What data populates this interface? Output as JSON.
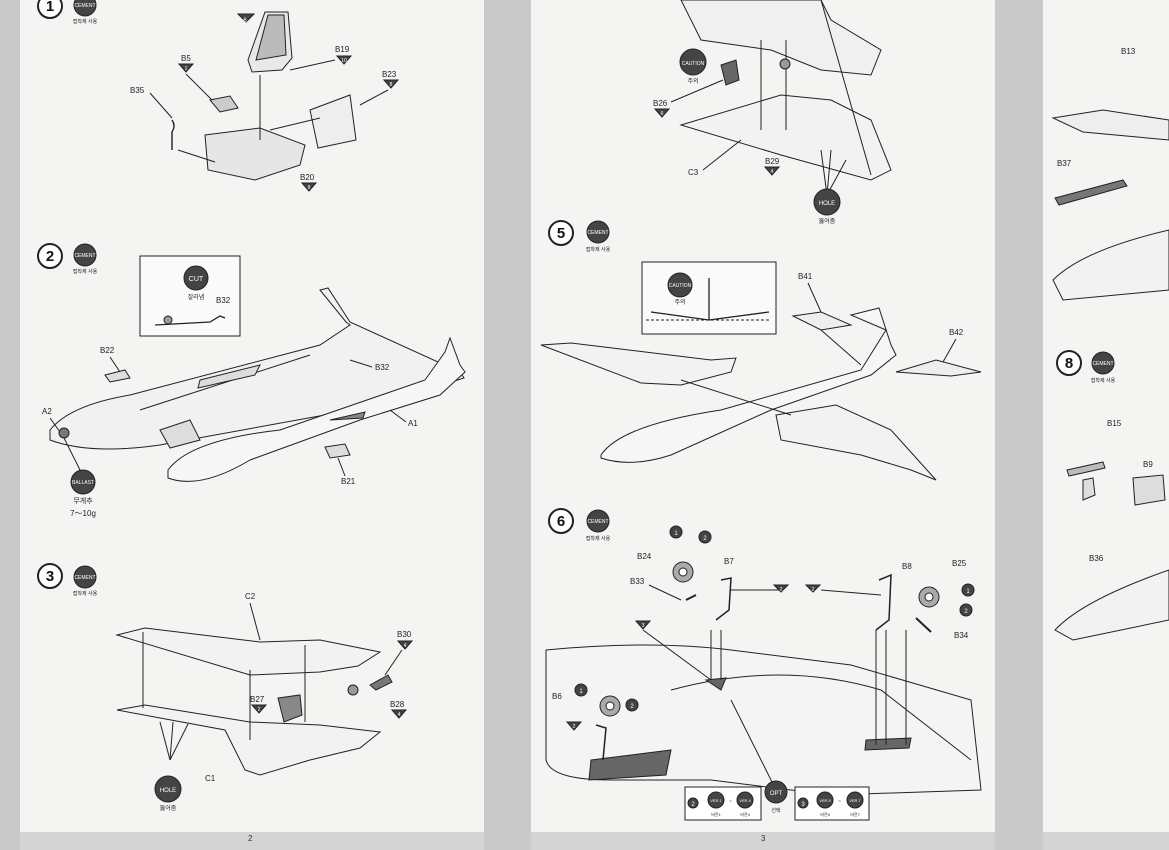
{
  "pages": {
    "left_number": "2",
    "right_number": "3"
  },
  "badges": {
    "cement": "CEMENT",
    "cement_sub": "접착제 사용",
    "cut": "CUT",
    "cut_sub": "잘라냄",
    "ballast": "BALLAST",
    "ballast_sub": "무게추",
    "ballast_weight": "7～10g",
    "hole": "HOLE",
    "hole_sub": "뚫어줌",
    "caution": "CAUTION",
    "caution_sub": "주의",
    "opt": "OPT",
    "opt_sub": "선택"
  },
  "steps": {
    "s1": "1",
    "s2": "2",
    "s3": "3",
    "s5": "5",
    "s6": "6",
    "s8": "8"
  },
  "parts": {
    "B5": "B5",
    "B19": "B19",
    "B23": "B23",
    "B35": "B35",
    "B20": "B20",
    "B22": "B22",
    "B32": "B32",
    "A2": "A2",
    "A1": "A1",
    "B21": "B21",
    "C2": "C2",
    "C1": "C1",
    "B30": "B30",
    "B27": "B27",
    "B28": "B28",
    "B26": "B26",
    "C3": "C3",
    "B29": "B29",
    "B41": "B41",
    "B42": "B42",
    "B24": "B24",
    "B7": "B7",
    "B33": "B33",
    "B8": "B8",
    "B25": "B25",
    "B34": "B34",
    "B6": "B6",
    "B13": "B13",
    "B37": "B37",
    "B15": "B15",
    "B9": "B9",
    "B36": "B36"
  },
  "nums": {
    "n1": "1",
    "n2": "2",
    "n3": "3",
    "n4": "4",
    "n5": "5",
    "n6": "6",
    "n8": "8",
    "n10": "10"
  },
  "options": {
    "ver1": "VER.1",
    "ver1_sub": "버전1",
    "ver4": "VER.4",
    "ver4_sub": "버전4",
    "ver5": "VER.5",
    "ver5_sub": "버전5",
    "ver7": "VER.7",
    "ver7_sub": "버전7"
  }
}
